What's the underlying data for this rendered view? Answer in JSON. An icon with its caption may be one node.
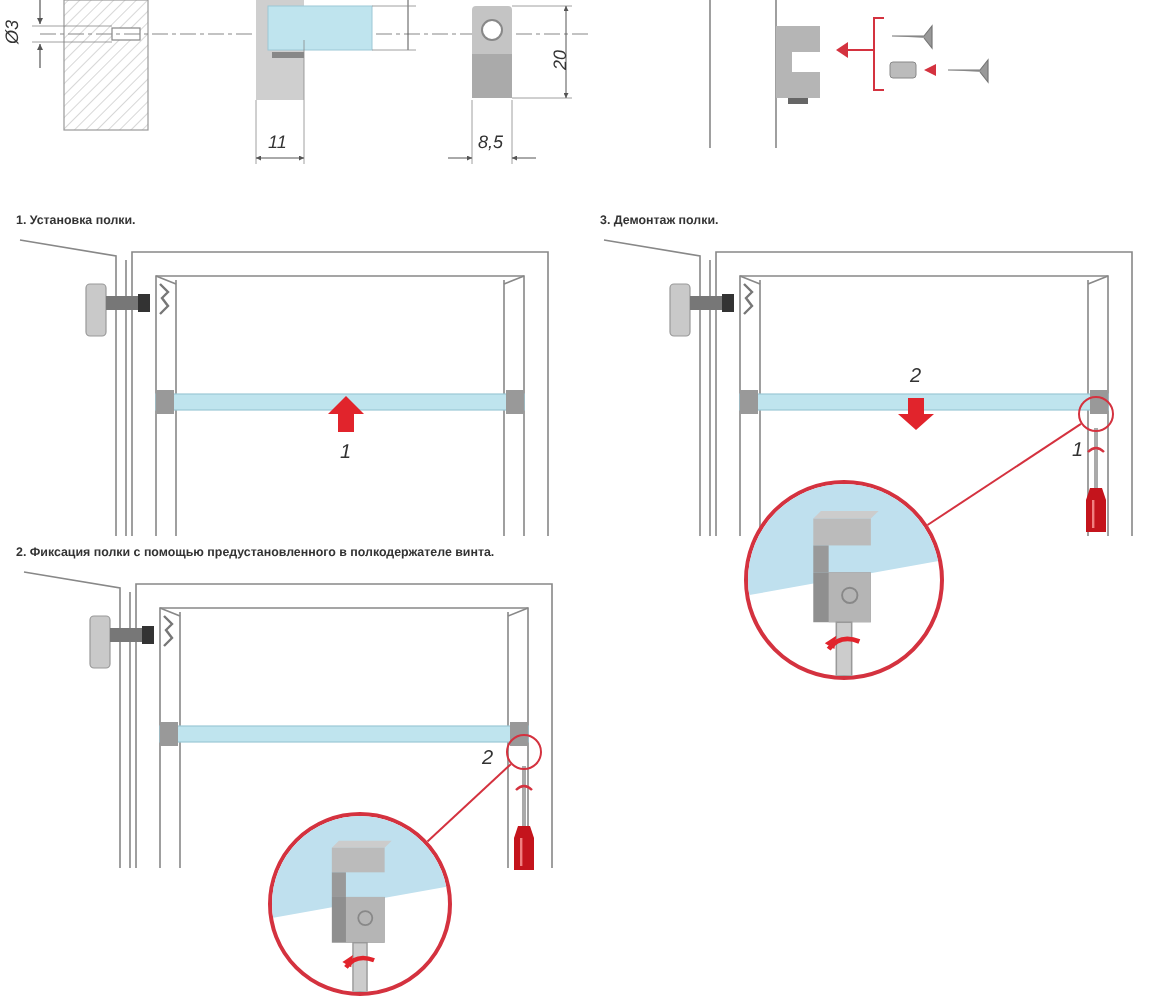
{
  "diagram": {
    "nodes": [
      {
        "text": [],
        "shape": "circle"
      },
      {
        "text": [],
        "shape": "picture"
      },
      {
        "text": [],
        "shape": "circle"
      },
      {
        "text": [],
        "shape": "picture"
      }
    ],
    "edges": [
      {
        "from": 0,
        "to": 1,
        "arrow": "none"
      },
      {
        "from": 2,
        "to": 3,
        "arrow": "none"
      }
    ],
    "labels": [
      "Ø3",
      "11",
      "20",
      "8,5",
      "1. Установка полки.",
      "1",
      "3. Демонтаж полки.",
      "2",
      "1",
      "2. Фиксация полки с помощью предустановленного в полкодержателе винта.",
      "2"
    ]
  }
}
